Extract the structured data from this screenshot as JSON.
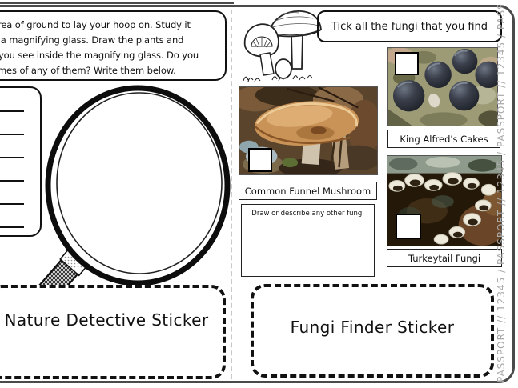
{
  "edge_text": "PASSPORT // 12345 / PASSPORT // 12345 / PASSPORT // 12345 / PASSPORT //",
  "left_page": {
    "instructions_line1": "area of ground to lay your hoop on.  Study it",
    "instructions_line2": "n a magnifying glass.  Draw the plants and",
    "instructions_line3": "t you see inside the magnifying glass.  Do you",
    "instructions_line4": "ames of any of them?  Write them below.",
    "sticker_label": "Nature Detective Sticker"
  },
  "right_page": {
    "title": "Tick all the fungi that you find",
    "fungi": [
      {
        "name": "Common Funnel Mushroom",
        "checked": false
      },
      {
        "name": "King Alfred's Cakes",
        "checked": false
      },
      {
        "name": "Turkeytail Fungi",
        "checked": false
      }
    ],
    "draw_box_label": "Draw or describe any other fungi",
    "sticker_label": "Fungi Finder Sticker"
  },
  "colors": {
    "ink": "#111111",
    "booklet_edge": "#4a4a4a",
    "edge_text_gray": "#a9a9a9",
    "fold_gray": "#c9c9c9"
  }
}
